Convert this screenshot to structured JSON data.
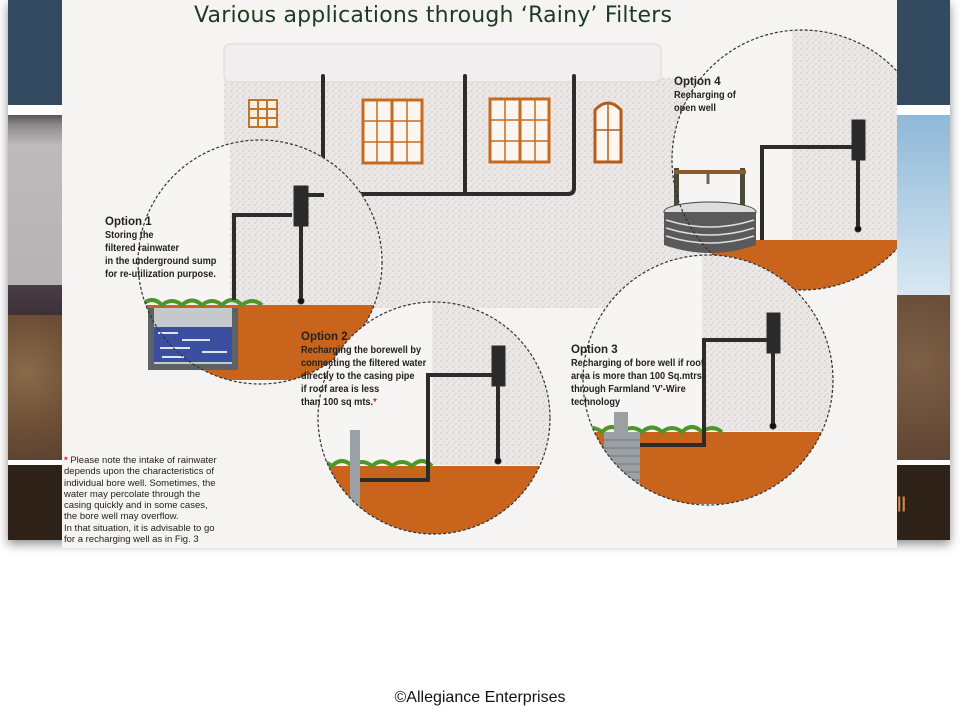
{
  "slide": {
    "title": "Various applications through ‘Rainy’ Filters",
    "footer": "©Allegiance Enterprises"
  },
  "options": [
    {
      "heading": "Option 1",
      "lines": [
        "Storing the",
        "filtered rainwater",
        "in the underground sump",
        "for re-utilization purpose."
      ]
    },
    {
      "heading": "Option 2",
      "lines": [
        "Recharging the borewell by",
        "connecting the filtered water",
        "directly to the casing pipe",
        "if roof area is less",
        "than 100 sq mts."
      ],
      "footnote_marker": "*"
    },
    {
      "heading": "Option 3",
      "lines": [
        "Recharging of bore well if roof",
        "area is more than 100 Sq.mtrs",
        "through Farmland 'V'-Wire",
        "technology"
      ]
    },
    {
      "heading": "Option 4",
      "lines": [
        "Recharging of",
        "open well"
      ]
    }
  ],
  "note": {
    "marker": "*",
    "lines": [
      "Please note the intake of rainwater",
      "depends upon the characteristics of",
      "individual bore well.  Sometimes, the",
      "water may percolate through the",
      "casing quickly and in some cases,",
      "the bore well may overflow.",
      "In that situation, it is advisable to go",
      "for a  recharging well as in Fig. 3"
    ]
  },
  "colors": {
    "soil": "#c8641c",
    "grass": "#5a9a2a",
    "wall": "#ece8e6",
    "window_frame": "#c86a1e",
    "pipe": "#2c2c2c",
    "water": "#3a4fa0",
    "title_text": "#1e3a22",
    "background_slate": "#344a60"
  }
}
